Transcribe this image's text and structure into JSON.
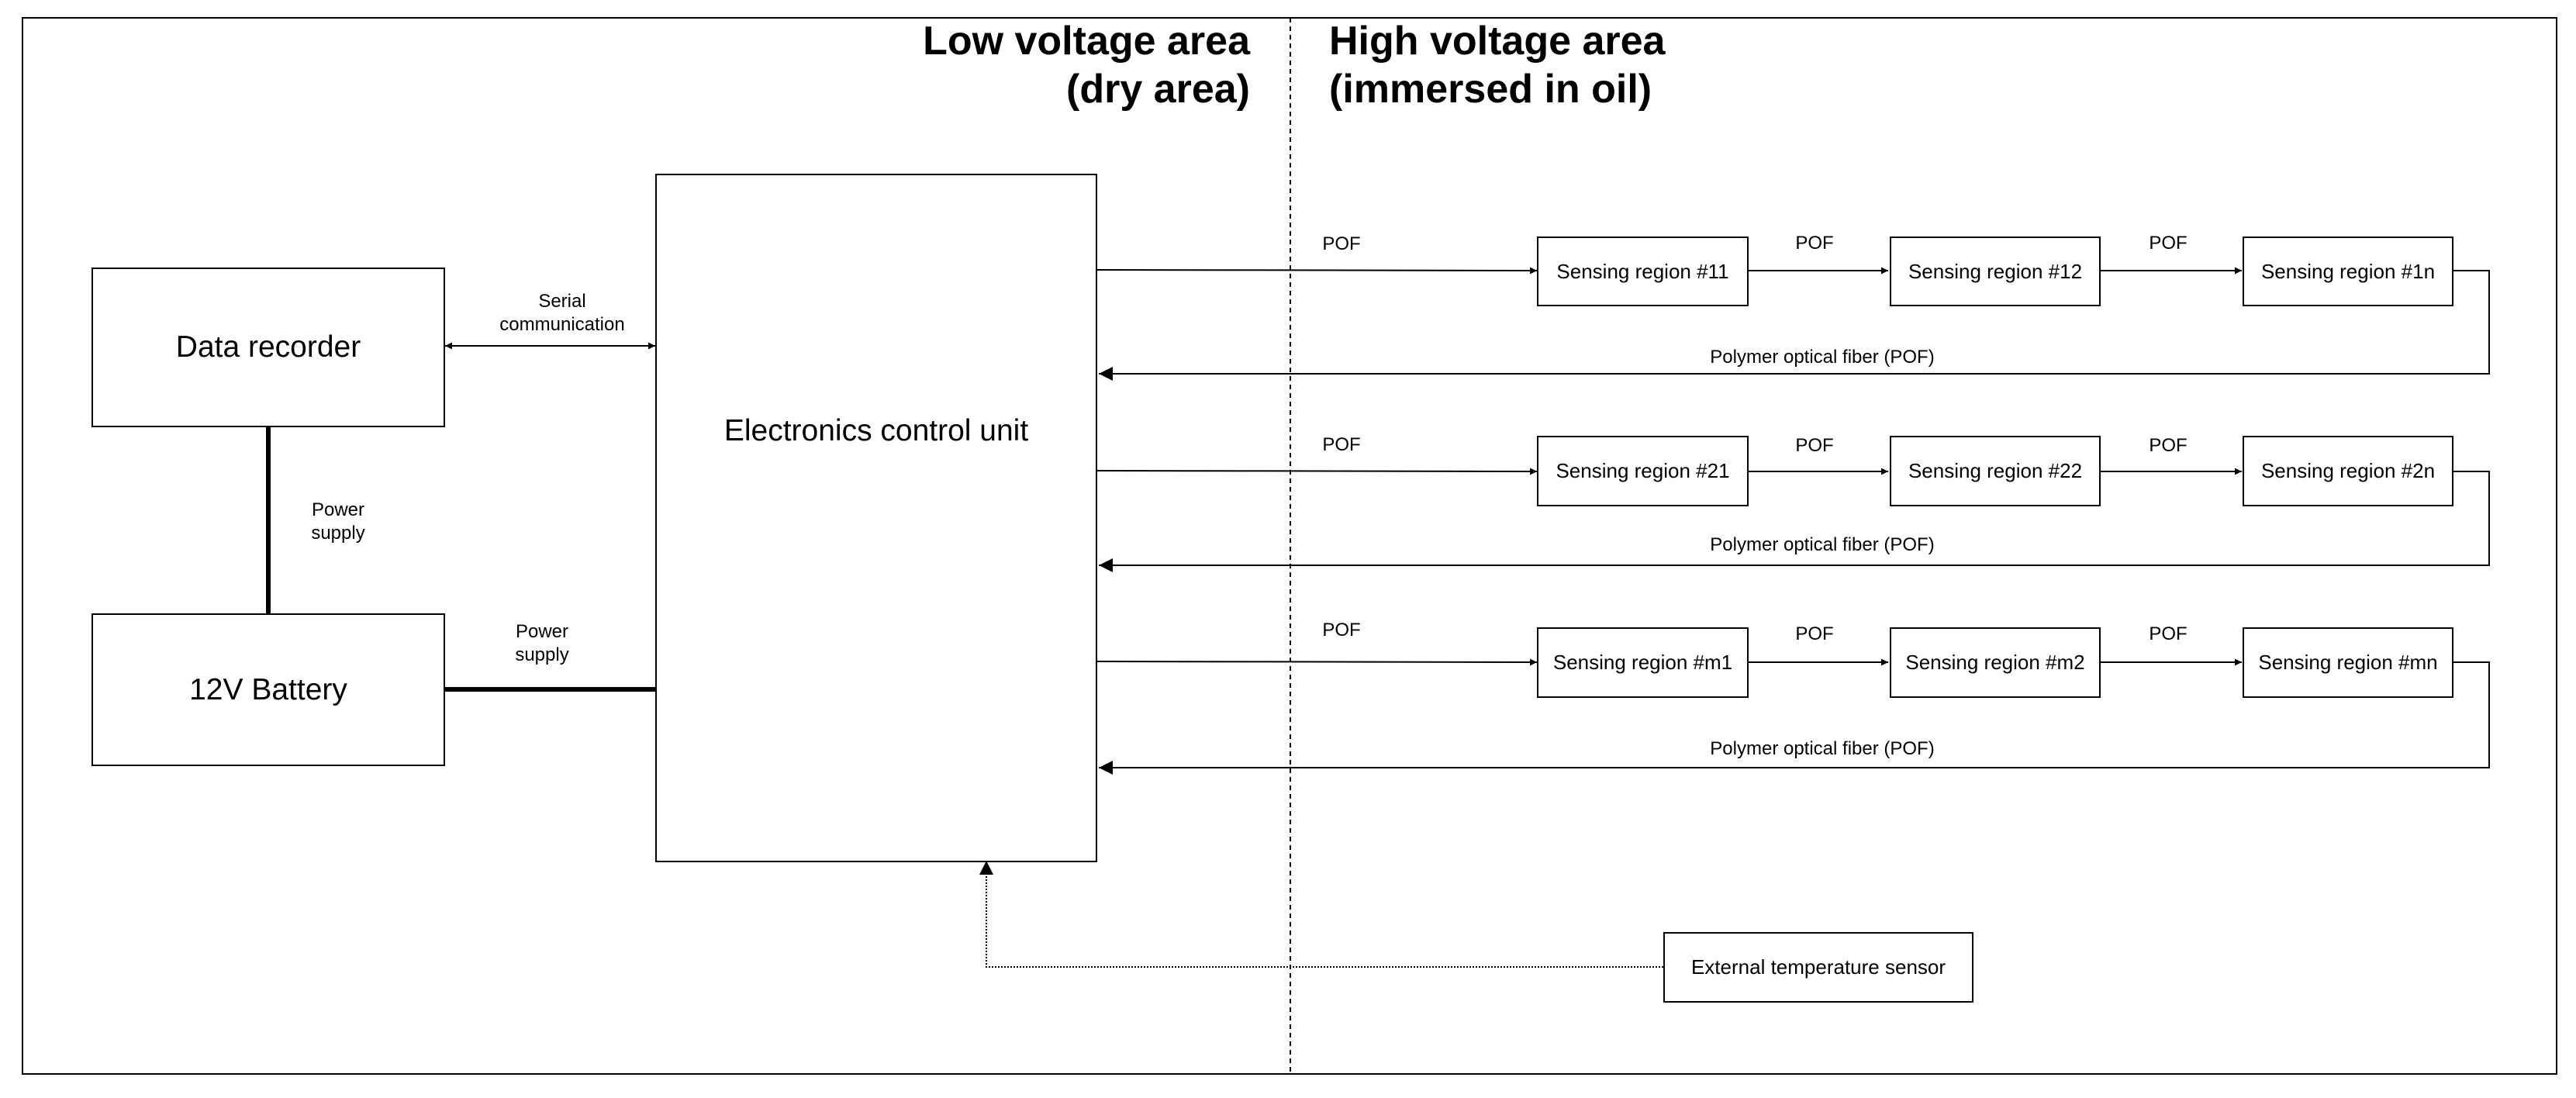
{
  "zones": {
    "low_voltage": "Low voltage area\n(dry area)",
    "high_voltage": "High voltage area\n(immersed in oil)"
  },
  "blocks": {
    "data_recorder": "Data recorder",
    "battery": "12V Battery",
    "ecu": "Electronics control unit",
    "ext_sensor": "External temperature sensor"
  },
  "channels": [
    {
      "regions": [
        "Sensing region #11",
        "Sensing region #12",
        "Sensing region #1n"
      ]
    },
    {
      "regions": [
        "Sensing region #21",
        "Sensing region #22",
        "Sensing region #2n"
      ]
    },
    {
      "regions": [
        "Sensing region #m1",
        "Sensing region #m2",
        "Sensing region #mn"
      ]
    }
  ],
  "edge_labels": {
    "serial": "Serial\ncommunication",
    "power_vertical": "Power\nsupply",
    "power_horizontal": "Power\nsupply",
    "pof": "POF",
    "return_fiber": "Polymer optical fiber (POF)"
  }
}
